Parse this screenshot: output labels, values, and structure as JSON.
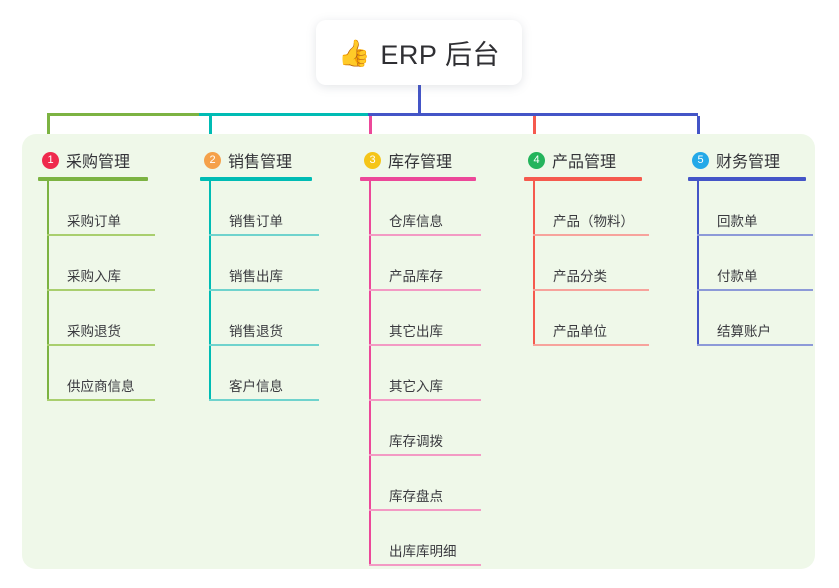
{
  "root": {
    "emoji": "👍",
    "icon_name": "thumbs-up-icon",
    "title": "ERP 后台"
  },
  "theme": {
    "page_background": "#ffffff",
    "panel_background": "#eff8e9",
    "card_background": "#ffffff",
    "title_text_color": "#2f2f33",
    "stem_color": "#4455c7"
  },
  "columns": [
    {
      "index": "1",
      "title": "采购管理",
      "badge_color": "#ef2a4d",
      "line_color": "#7cb342",
      "leaf_line_color": "#a9cf6e",
      "bus_color": "#7cb342",
      "items": [
        "采购订单",
        "采购入库",
        "采购退货",
        "供应商信息"
      ]
    },
    {
      "index": "2",
      "title": "销售管理",
      "badge_color": "#f5a14a",
      "line_color": "#00bcb4",
      "leaf_line_color": "#6fd3cd",
      "bus_color": "#00bcb4",
      "items": [
        "销售订单",
        "销售出库",
        "销售退货",
        "客户信息"
      ]
    },
    {
      "index": "3",
      "title": "库存管理",
      "badge_color": "#f5c518",
      "line_color": "#ec4899",
      "leaf_line_color": "#f39ac4",
      "bus_color": "#4455c7",
      "items": [
        "仓库信息",
        "产品库存",
        "其它出库",
        "其它入库",
        "库存调拨",
        "库存盘点",
        "出库库明细"
      ]
    },
    {
      "index": "4",
      "title": "产品管理",
      "badge_color": "#24b45c",
      "line_color": "#f55a4e",
      "leaf_line_color": "#f7a39c",
      "bus_color": "#4455c7",
      "items": [
        "产品（物料）",
        "产品分类",
        "产品单位"
      ]
    },
    {
      "index": "5",
      "title": "财务管理",
      "badge_color": "#24a9e8",
      "line_color": "#4455c7",
      "leaf_line_color": "#8d9ad8",
      "bus_color": "#4455c7",
      "items": [
        "回款单",
        "付款单",
        "结算账户"
      ]
    }
  ]
}
